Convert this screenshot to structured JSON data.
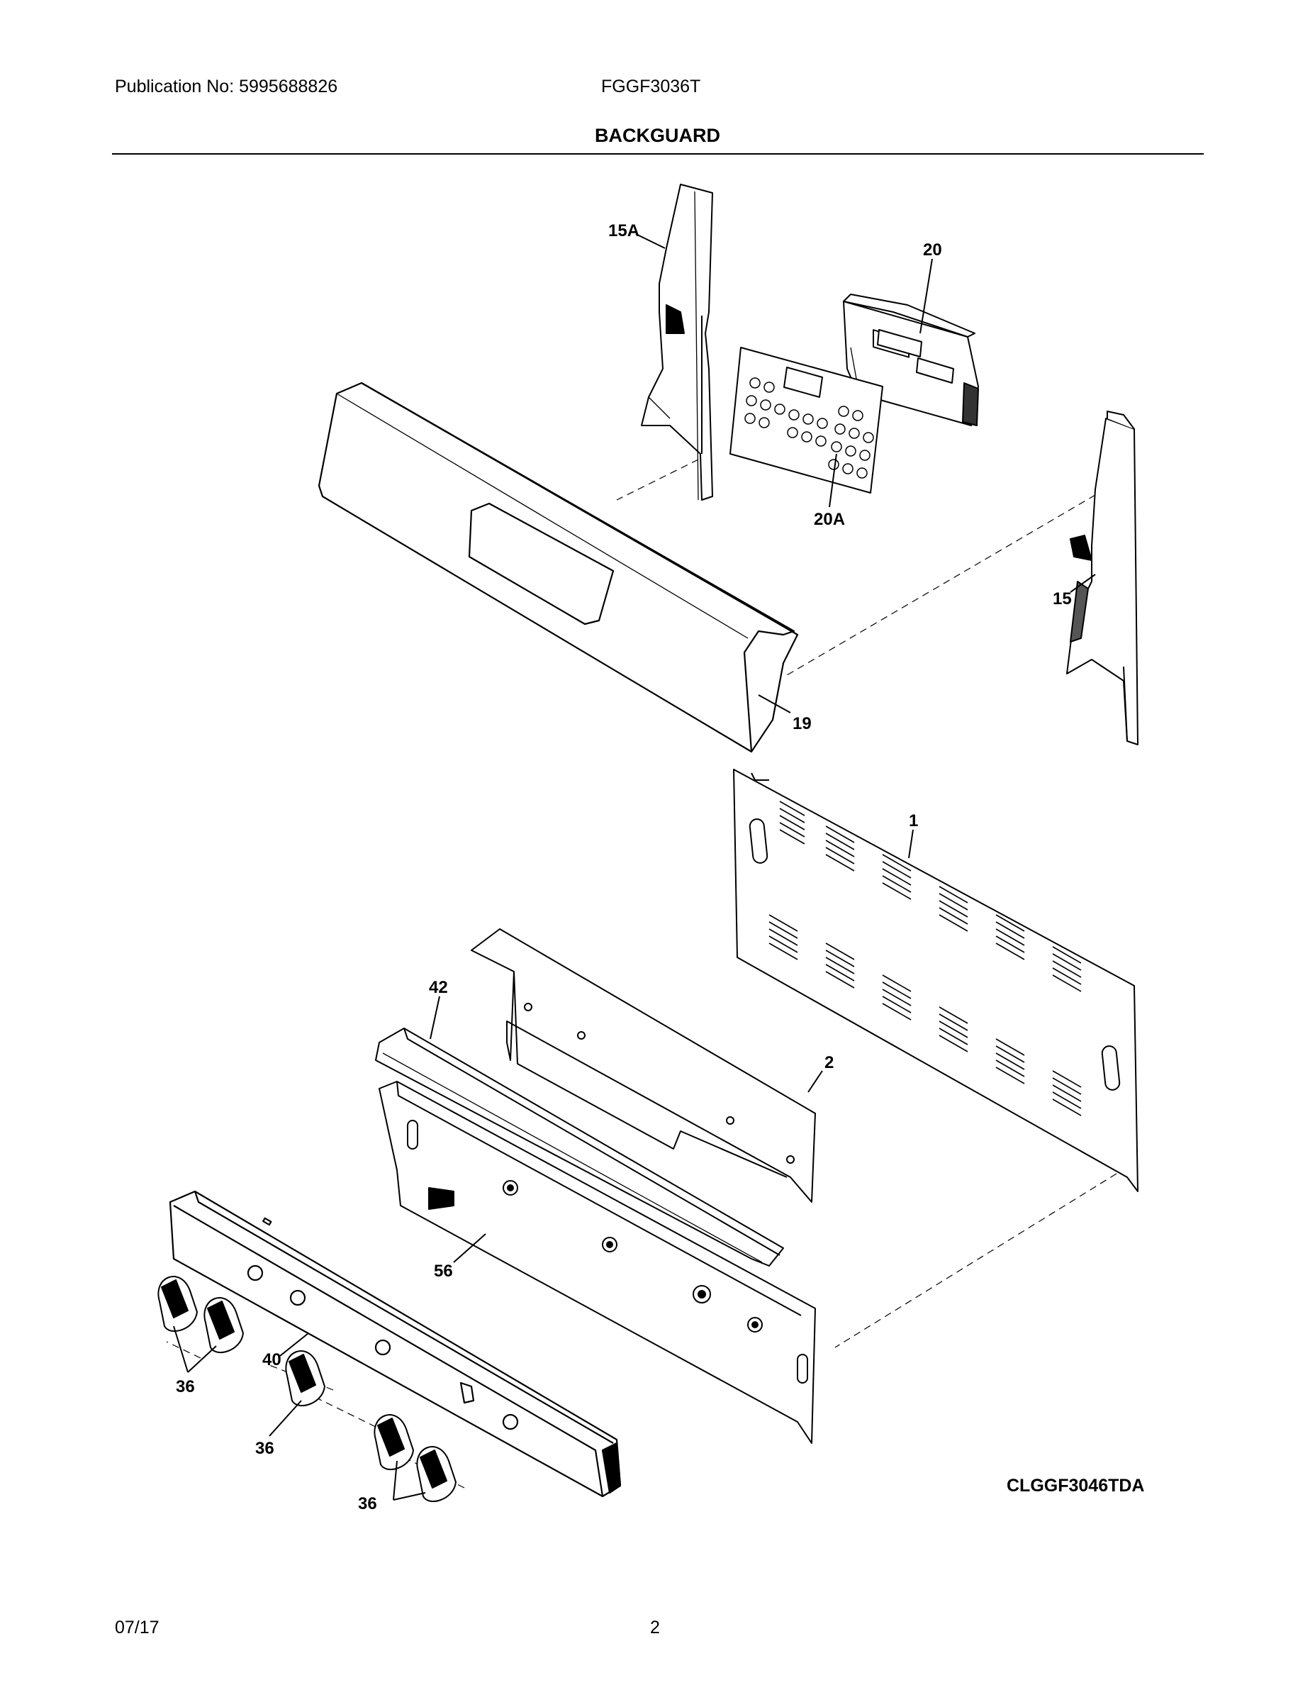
{
  "header": {
    "publication": "Publication No:  5995688826",
    "model": "FGGF3036T"
  },
  "title": "BACKGUARD",
  "callouts": {
    "c15A": "15A",
    "c20": "20",
    "c20A": "20A",
    "c15": "15",
    "c19": "19",
    "c1": "1",
    "c42": "42",
    "c2": "2",
    "c56": "56",
    "c40": "40",
    "c36a": "36",
    "c36b": "36",
    "c36c": "36"
  },
  "diagram_code": "CLGGF3046TDA",
  "footer": {
    "date": "07/17",
    "page": "2"
  }
}
